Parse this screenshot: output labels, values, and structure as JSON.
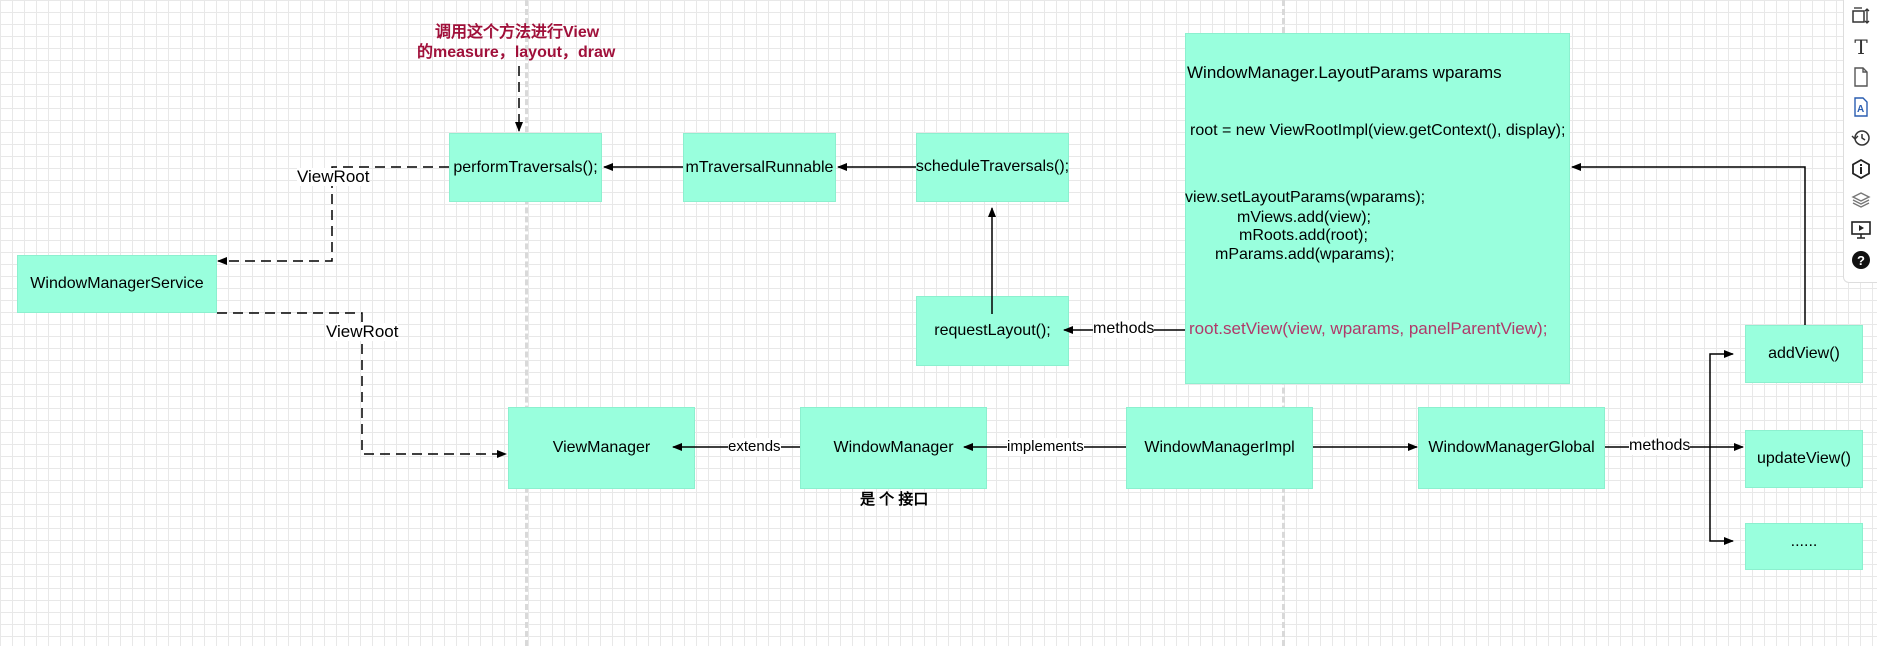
{
  "annotation": {
    "line1": "调用这个方法进行View",
    "line2": "的measure，layout，draw",
    "color": "#a0103a"
  },
  "boxes": {
    "perform": "performTraversals();",
    "traversal_runnable": "mTraversalRunnable",
    "schedule": "scheduleTraversals();",
    "request_layout": "requestLayout();",
    "wms": "WindowManagerService",
    "view_manager": "ViewManager",
    "window_manager": "WindowManager",
    "wm_impl": "WindowManagerImpl",
    "wm_global": "WindowManagerGlobal",
    "add_view": "addView()",
    "update_view": "updateView()",
    "more": "......"
  },
  "code_block": {
    "title": "WindowManager.LayoutParams wparams",
    "root_new": "root = new ViewRootImpl(view.getContext(), display);",
    "set_params": "view.setLayoutParams(wparams);",
    "views_add": "mViews.add(view);",
    "roots_add": "mRoots.add(root);",
    "params_add": "mParams.add(wparams);",
    "set_view": "root.setView(view, wparams, panelParentView);",
    "set_view_color": "#b03a6a"
  },
  "edge_labels": {
    "viewroot_top": "ViewRoot",
    "viewroot_bottom": "ViewRoot",
    "methods_request": "methods",
    "extends": "extends",
    "implements": "implements",
    "methods_global": "methods"
  },
  "note_interface": "是 个 接口",
  "fill_color": "#99ffdd",
  "toolbar_icons": [
    "fit-page-icon",
    "text-icon",
    "document-icon",
    "format-icon",
    "history-icon",
    "info-icon",
    "layers-icon",
    "present-icon",
    "help-icon"
  ]
}
